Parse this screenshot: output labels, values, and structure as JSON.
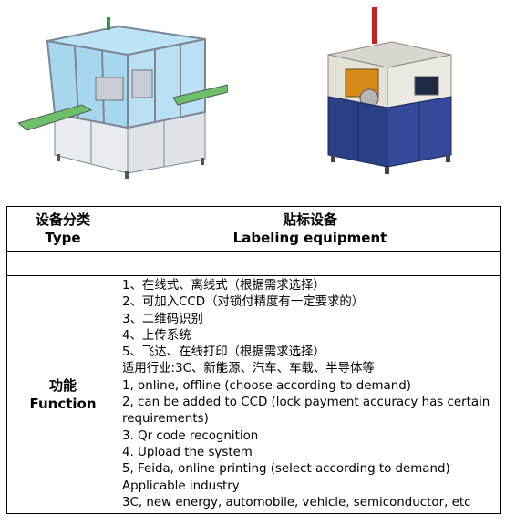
{
  "colors": {
    "frame": "#b9c2ce",
    "glass": "#5fb6e2",
    "navy": "#2b3f86",
    "beige": "#e4e1d7",
    "orange": "#d78a1a"
  },
  "table": {
    "header": {
      "type_cn": "设备分类",
      "type_en": "Type",
      "equip_cn": "贴标设备",
      "equip_en": "Labeling equipment"
    },
    "function": {
      "label_cn": "功能",
      "label_en": "Function",
      "lines": [
        "1、在线式、离线式（根据需求选择）",
        "2、可加入CCD（对锁付精度有一定要求的）",
        "3、二维码识别",
        "4、上传系统",
        "5、飞达、在线打印（根据需求选择）",
        "适用行业:3C、新能源、汽车、车载、半导体等",
        "1, online, offline (choose according to demand)",
        "2, can be added to CCD (lock payment accuracy has certain requirements)",
        "3. Qr code recognition",
        "4. Upload the system",
        "5, Feida, online printing (select according to demand)",
        "Applicable industry",
        "3C, new energy, automobile, vehicle, semiconductor, etc"
      ]
    }
  }
}
